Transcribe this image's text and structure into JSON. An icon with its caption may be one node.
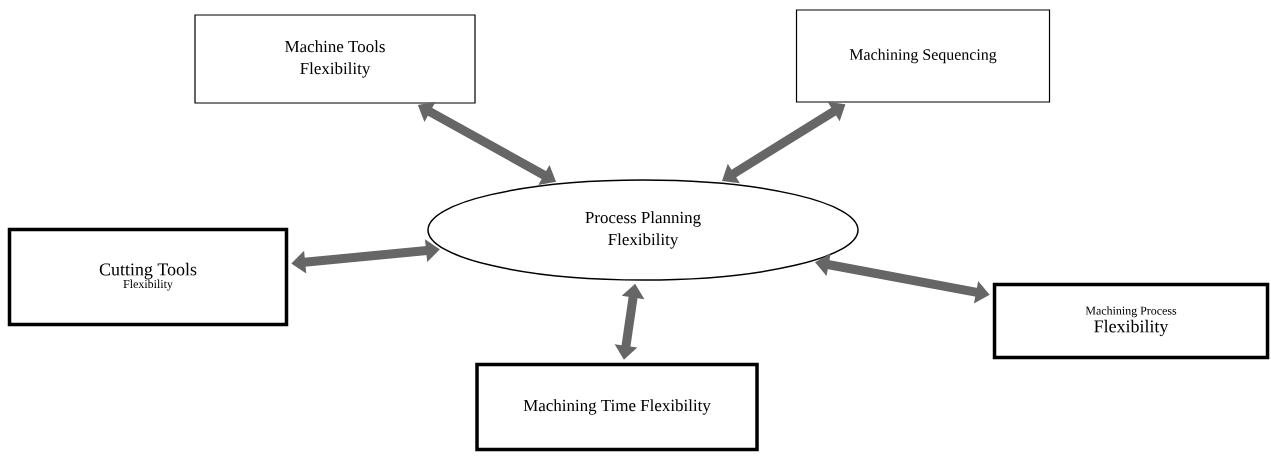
{
  "diagram": {
    "nodes": [
      {
        "text": [
          "Process Planning Flexibility"
        ]
      },
      {
        "text": [
          "Machine Tools Flexibility"
        ]
      },
      {
        "text": [
          "Machining Sequencing"
        ]
      },
      {
        "text": [
          "Cutting Tools",
          "Flexibility"
        ]
      },
      {
        "text": [
          "Machining Time Flexibility"
        ]
      },
      {
        "text": [
          "Machining Process",
          "Flexibility"
        ]
      }
    ],
    "edges": [
      {
        "from": 0,
        "to": 1,
        "arrow": "both"
      },
      {
        "from": 0,
        "to": 2,
        "arrow": "both"
      },
      {
        "from": 0,
        "to": 3,
        "arrow": "both"
      },
      {
        "from": 0,
        "to": 4,
        "arrow": "both"
      },
      {
        "from": 0,
        "to": 5,
        "arrow": "both"
      }
    ]
  }
}
